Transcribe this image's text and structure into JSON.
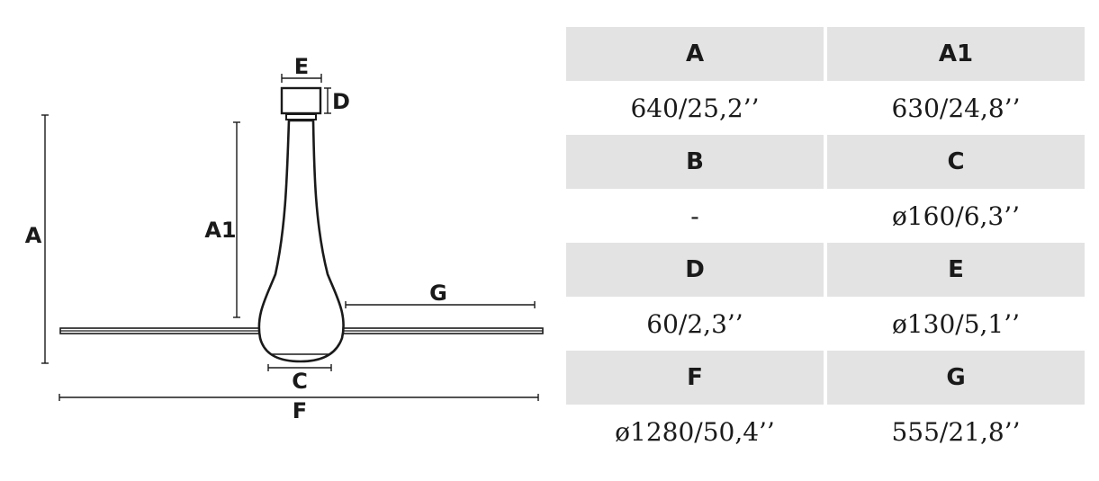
{
  "diagram": {
    "labels": {
      "A": "A",
      "A1": "A1",
      "C": "C",
      "D": "D",
      "E": "E",
      "F": "F",
      "G": "G"
    },
    "line_color": "#1a1a1a",
    "body_color": "#ffffff"
  },
  "table": {
    "header_bg": "#e3e3e3",
    "rows": [
      {
        "headers": [
          "A",
          "A1"
        ],
        "values": [
          "640/25,2’’",
          "630/24,8’’"
        ]
      },
      {
        "headers": [
          "B",
          "C"
        ],
        "values": [
          "-",
          "ø160/6,3’’"
        ]
      },
      {
        "headers": [
          "D",
          "E"
        ],
        "values": [
          "60/2,3’’",
          "ø130/5,1’’"
        ]
      },
      {
        "headers": [
          "F",
          "G"
        ],
        "values": [
          "ø1280/50,4’’",
          "555/21,8’’"
        ]
      }
    ]
  }
}
